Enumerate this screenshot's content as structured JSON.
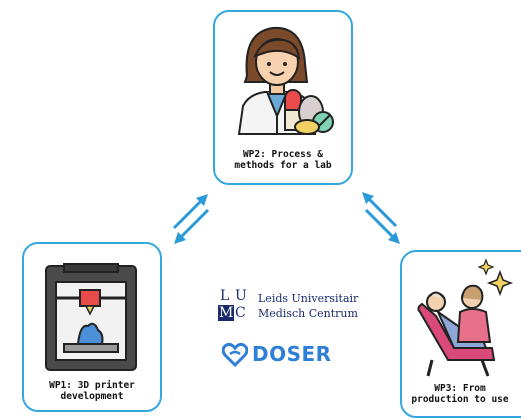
{
  "nodes": {
    "wp2": {
      "label": "WP2: Process &\nmethods for a lab",
      "icon": "pharmacist-icon"
    },
    "wp1": {
      "label": "WP1: 3D printer\ndevelopment",
      "icon": "3d-printer-icon"
    },
    "wp3": {
      "label": "WP3: From\nproduction to use",
      "icon": "patient-care-icon"
    }
  },
  "logo": {
    "lumc_l": "L",
    "lumc_u": "U",
    "lumc_m": "M",
    "lumc_c": "C",
    "line1": "Leids Universitair",
    "line2": "Medisch Centrum"
  },
  "doser": {
    "name": "DOSER",
    "icon": "heart-link-icon"
  },
  "colors": {
    "accent": "#35a7e0",
    "arrow": "#2a9ad8",
    "doser": "#2f7fd6",
    "lumc": "#1a2a6c"
  },
  "edges": [
    {
      "from": "wp1",
      "to": "wp2",
      "type": "bidirectional"
    },
    {
      "from": "wp2",
      "to": "wp3",
      "type": "bidirectional"
    }
  ]
}
